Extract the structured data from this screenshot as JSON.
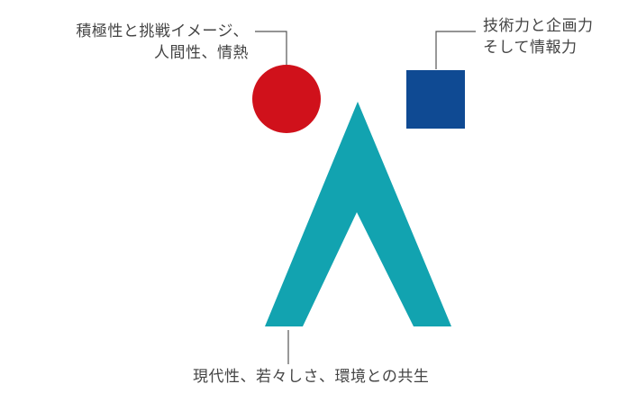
{
  "logo": {
    "colors": {
      "circle": "#d0111b",
      "square": "#0f4a93",
      "person": "#12a3b0",
      "leader": "#555555",
      "text": "#444444"
    },
    "circle_caption": {
      "line1": "積極性と挑戦イメージ、",
      "line2": "人間性、情熱"
    },
    "square_caption": {
      "line1": "技術力と企画力",
      "line2": "そして情報力"
    },
    "figure_caption": "現代性、若々しさ、環境との共生"
  }
}
